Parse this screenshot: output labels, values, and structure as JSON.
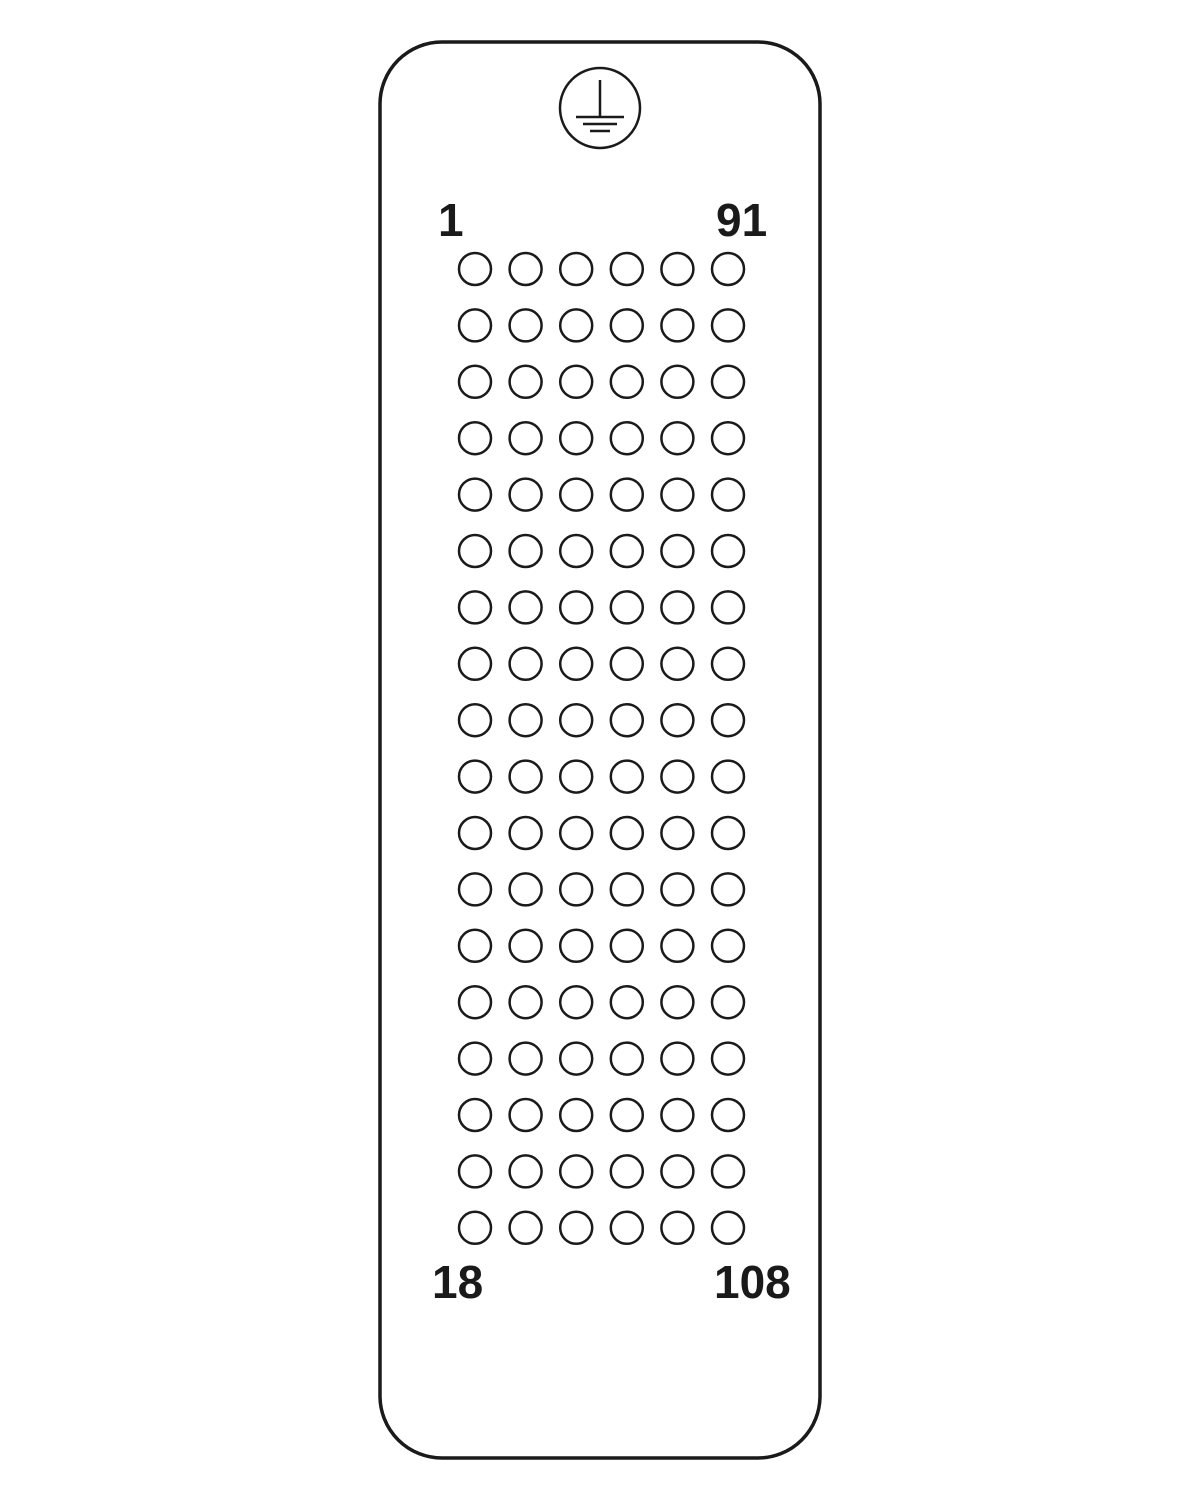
{
  "diagram": {
    "type": "connector-pin-layout",
    "pin_grid": {
      "columns": 6,
      "rows": 18,
      "total_pins": 108
    },
    "labels": {
      "top_left": "1",
      "top_right": "91",
      "bottom_left": "18",
      "bottom_right": "108"
    },
    "ground_symbol": "protective-earth-icon",
    "colors": {
      "stroke": "#1a1a1a",
      "background": "#ffffff"
    }
  }
}
